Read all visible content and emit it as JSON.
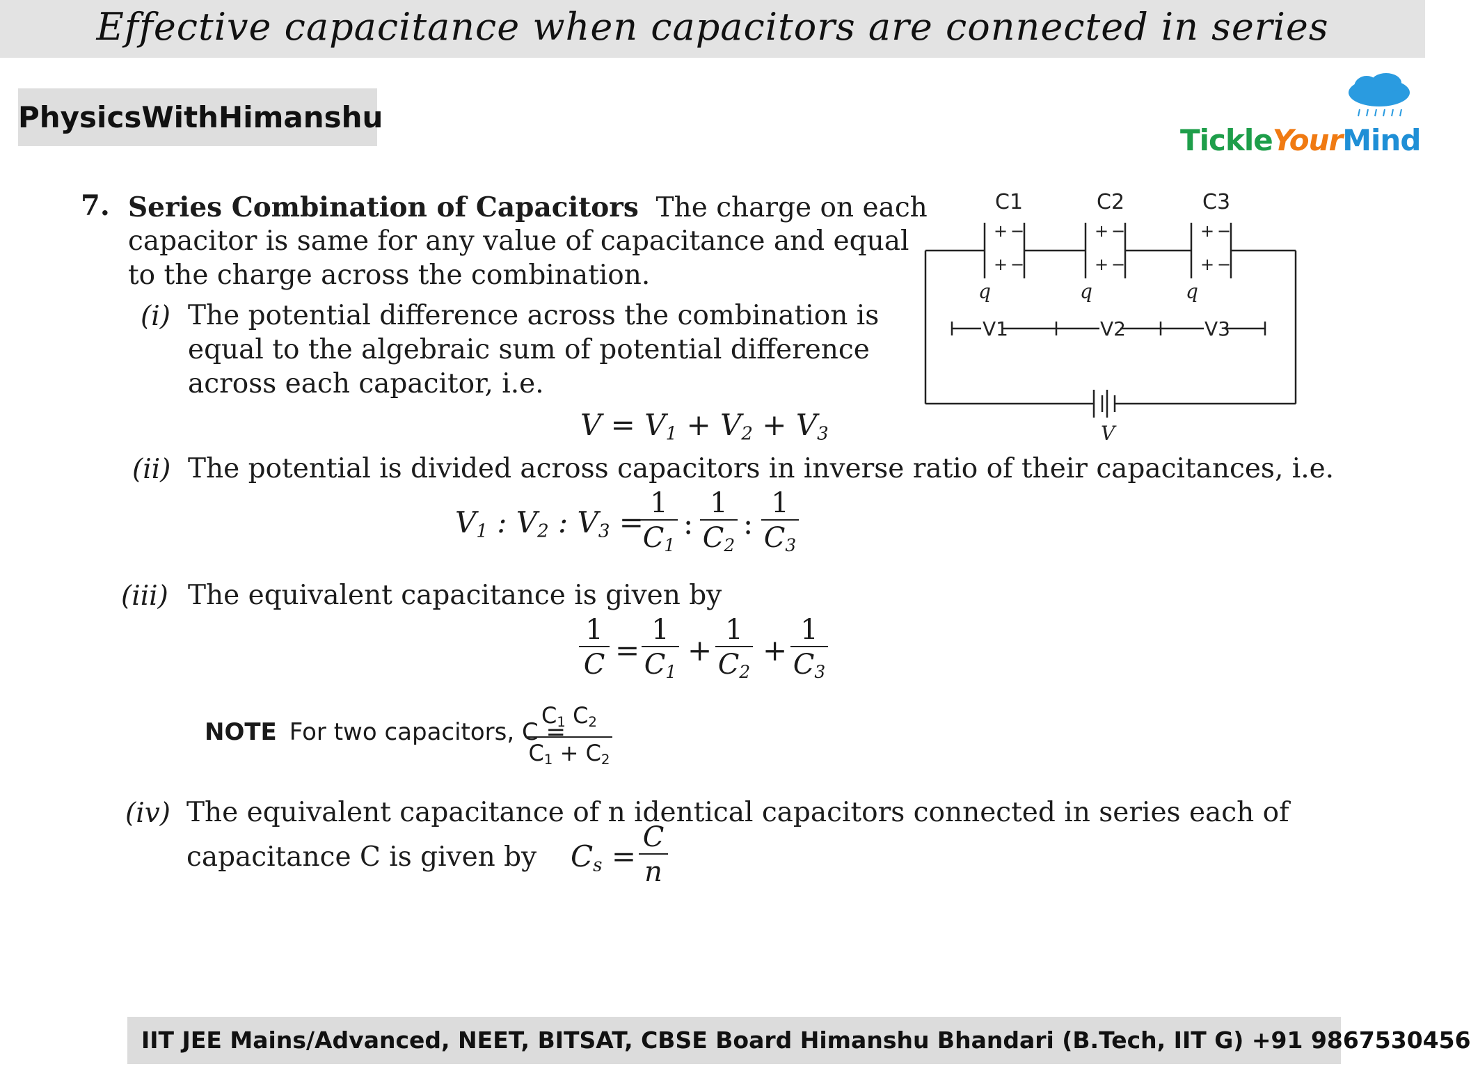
{
  "header": {
    "title": "Effective capacitance when capacitors are connected in series"
  },
  "brand": {
    "label": "PhysicsWithHimanshu"
  },
  "logo": {
    "part1": "Tickle",
    "part2": "Your",
    "part3": "Mind"
  },
  "section": {
    "number": "7.",
    "heading": "Series Combination of Capacitors",
    "intro_line1": "The charge on each",
    "intro_line2": "capacitor is same for any value of capacitance and equal",
    "intro_line3": "to the charge across the combination."
  },
  "points": {
    "i": {
      "label": "(i)",
      "line1": "The potential difference across the combination is",
      "line2": "equal to the algebraic sum of potential difference",
      "line3": "across each capacitor, i.e."
    },
    "ii": {
      "label": "(ii)",
      "line1": "The potential is divided across capacitors in inverse ratio of their capacitances, i.e."
    },
    "iii": {
      "label": "(iii)",
      "line1": "The equivalent capacitance is given by"
    },
    "iv": {
      "label": "(iv)",
      "line1": "The equivalent capacitance of n identical capacitors connected in series each of",
      "line2": "capacitance C is given by"
    }
  },
  "note": {
    "label": "NOTE",
    "text": "For two capacitors,  C ="
  },
  "circuit": {
    "cap_labels": [
      "C1",
      "C2",
      "C3"
    ],
    "charge_labels": [
      "q",
      "q",
      "q"
    ],
    "voltage_labels": [
      "V1",
      "V2",
      "V3"
    ],
    "battery_label": "V"
  },
  "footer": {
    "text": "IIT JEE Mains/Advanced, NEET, BITSAT, CBSE Board Himanshu Bhandari (B.Tech, IIT G) +91 9867530456"
  },
  "colors": {
    "title_bg": "#e3e3e3",
    "footer_bg": "#dcdcdc",
    "logo_green": "#1e9e4a",
    "logo_orange": "#f07a12",
    "logo_blue": "#1f8fd6",
    "cloud": "#2a9be0"
  }
}
